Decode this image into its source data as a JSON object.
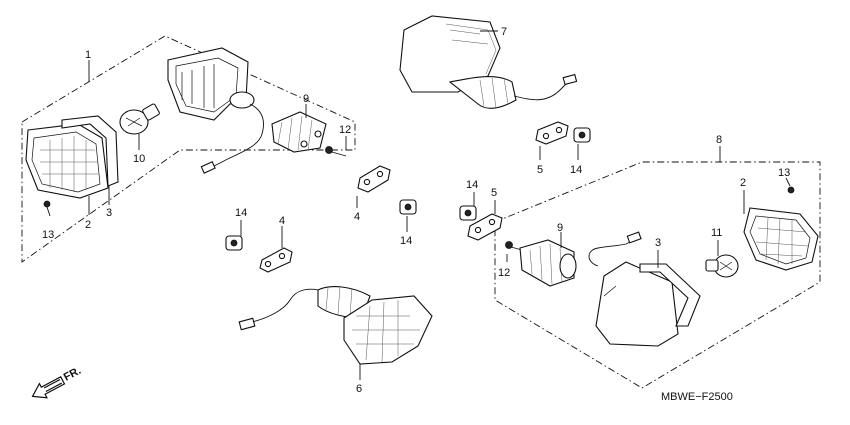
{
  "callouts": {
    "c1": "1",
    "c2a": "2",
    "c3a": "3",
    "c10": "10",
    "c9a": "9",
    "c12a": "12",
    "c13a": "13",
    "c4a": "4",
    "c14a": "14",
    "c4b": "4",
    "c14b": "14",
    "c7": "7",
    "c5a": "5",
    "c14c": "14",
    "c8": "8",
    "c14d": "14",
    "c5b": "5",
    "c13b": "13",
    "c2b": "2",
    "c12b": "12",
    "c9b": "9",
    "c3b": "3",
    "c11": "11",
    "c6": "6"
  },
  "direction_label": "FR.",
  "diagram_code": "MBWE−F2500",
  "icons": {
    "direction": "forward-arrow-icon"
  }
}
